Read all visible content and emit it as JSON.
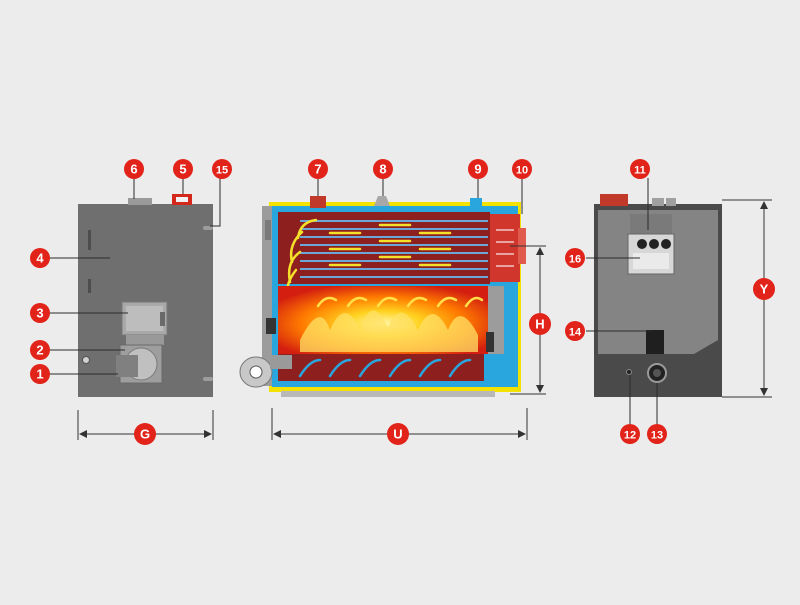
{
  "callouts": {
    "c1": "1",
    "c2": "2",
    "c3": "3",
    "c4": "4",
    "c5": "5",
    "c6": "6",
    "c7": "7",
    "c8": "8",
    "c9": "9",
    "c10": "10",
    "c11": "11",
    "c12": "12",
    "c13": "13",
    "c14": "14",
    "c15": "15",
    "c16": "16"
  },
  "dimensions": {
    "G": "G",
    "U": "U",
    "H": "H",
    "Y": "Y"
  },
  "colors": {
    "background": "#ececec",
    "callout": "#e2231a",
    "body_gray": "#6e6e6e",
    "dark_gray": "#4a4a4a",
    "water_blue": "#2aa6df",
    "insulation_yellow": "#f3e200",
    "chamber_red": "#8e1f1f",
    "flue_red": "#c0392b"
  }
}
